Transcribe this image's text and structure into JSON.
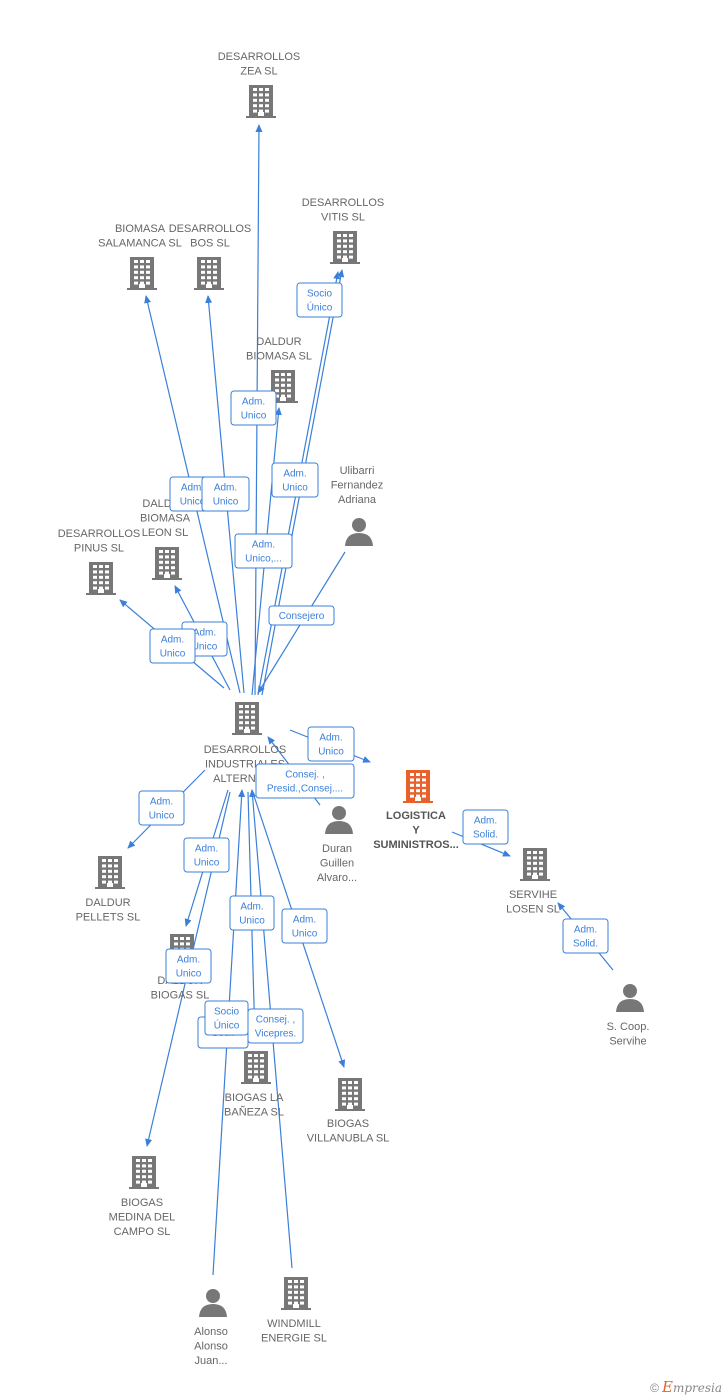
{
  "colors": {
    "edge": "#3b7fd9",
    "company": "#777777",
    "company_main": "#e8612b",
    "person": "#777777",
    "label": "#666666"
  },
  "nodes": [
    {
      "id": "zea",
      "type": "company",
      "label": [
        "DESARROLLOS",
        "ZEA SL"
      ]
    },
    {
      "id": "vitis",
      "type": "company",
      "label": [
        "DESARROLLOS",
        "VITIS SL"
      ]
    },
    {
      "id": "biomasa_sal",
      "type": "company",
      "label": [
        "BIOMASA",
        "SALAMANCA SL"
      ]
    },
    {
      "id": "bos",
      "type": "company",
      "label": [
        "DESARROLLOS",
        "BOS SL"
      ]
    },
    {
      "id": "daldur_biomasa",
      "type": "company",
      "label": [
        "DALDUR",
        "BIOMASA SL"
      ]
    },
    {
      "id": "ulibarri",
      "type": "person",
      "label": [
        "Ulibarri",
        "Fernandez",
        "Adriana"
      ]
    },
    {
      "id": "daldur_leon",
      "type": "company",
      "label": [
        "DALDUR",
        "BIOMASA",
        "LEON SL"
      ]
    },
    {
      "id": "pinus",
      "type": "company",
      "label": [
        "DESARROLLOS",
        "PINUS SL"
      ]
    },
    {
      "id": "dia",
      "type": "company",
      "label": [
        "DESARROLLOS",
        "INDUSTRIALES",
        "ALTERNAT..."
      ]
    },
    {
      "id": "logistica",
      "type": "company_main",
      "label": [
        "LOGISTICA",
        "Y",
        "SUMINISTROS..."
      ]
    },
    {
      "id": "duran",
      "type": "person",
      "label": [
        "Duran",
        "Guillen",
        "Alvaro..."
      ]
    },
    {
      "id": "servihe",
      "type": "company",
      "label": [
        "SERVIHE",
        "LOSEN SL"
      ]
    },
    {
      "id": "coop",
      "type": "person",
      "label": [
        "S. Coop.",
        "Servihe"
      ]
    },
    {
      "id": "pellets",
      "type": "company",
      "label": [
        "DALDUR",
        "PELLETS SL"
      ]
    },
    {
      "id": "daldur_biogas",
      "type": "company",
      "label": [
        "DALDUR",
        "BIOGAS SL"
      ]
    },
    {
      "id": "baneza",
      "type": "company",
      "label": [
        "BIOGAS LA",
        "BAÑEZA SL"
      ]
    },
    {
      "id": "villanubla",
      "type": "company",
      "label": [
        "BIOGAS",
        "VILLANUBLA SL"
      ]
    },
    {
      "id": "medina",
      "type": "company",
      "label": [
        "BIOGAS",
        "MEDINA DEL",
        "CAMPO SL"
      ]
    },
    {
      "id": "alonso",
      "type": "person",
      "label": [
        "Alonso",
        "Alonso",
        "Juan..."
      ]
    },
    {
      "id": "windmill",
      "type": "company",
      "label": [
        "WINDMILL",
        "ENERGIE SL"
      ]
    }
  ],
  "edges": [
    {
      "from": "dia",
      "to": "zea"
    },
    {
      "from": "dia",
      "to": "vitis"
    },
    {
      "from": "dia",
      "to": "vitis"
    },
    {
      "from": "dia",
      "to": "biomasa_sal"
    },
    {
      "from": "dia",
      "to": "bos"
    },
    {
      "from": "dia",
      "to": "daldur_biomasa"
    },
    {
      "from": "dia",
      "to": "daldur_leon"
    },
    {
      "from": "dia",
      "to": "pinus"
    },
    {
      "from": "ulibarri",
      "to": "dia"
    },
    {
      "from": "dia",
      "to": "logistica"
    },
    {
      "from": "logistica",
      "to": "servihe"
    },
    {
      "from": "coop",
      "to": "servihe"
    },
    {
      "from": "duran",
      "to": "dia"
    },
    {
      "from": "dia",
      "to": "pellets"
    },
    {
      "from": "dia",
      "to": "daldur_biogas"
    },
    {
      "from": "dia",
      "to": "medina"
    },
    {
      "from": "dia",
      "to": "baneza"
    },
    {
      "from": "dia",
      "to": "villanubla"
    },
    {
      "from": "alonso",
      "to": "dia"
    },
    {
      "from": "windmill",
      "to": "dia"
    }
  ],
  "tags": [
    {
      "lines": [
        "Socio",
        "Único"
      ]
    },
    {
      "lines": [
        "Adm.",
        "Unico"
      ]
    },
    {
      "lines": [
        "Adm.",
        "Unico"
      ]
    },
    {
      "lines": [
        "Adm.",
        "Unico"
      ]
    },
    {
      "lines": [
        "Adm.",
        "Unico"
      ]
    },
    {
      "lines": [
        "Adm.",
        "Unico,..."
      ]
    },
    {
      "lines": [
        "Consejero"
      ]
    },
    {
      "lines": [
        "Adm.",
        "Unico"
      ]
    },
    {
      "lines": [
        "Adm.",
        "Unico"
      ]
    },
    {
      "lines": [
        "Adm.",
        "Unico"
      ]
    },
    {
      "lines": [
        "Consej. ,",
        "Presid.,Consej...."
      ]
    },
    {
      "lines": [
        "Adm.",
        "Solid."
      ]
    },
    {
      "lines": [
        "Adm.",
        "Solid."
      ]
    },
    {
      "lines": [
        "Adm.",
        "Unico"
      ]
    },
    {
      "lines": [
        "Adm.",
        "Unico"
      ]
    },
    {
      "lines": [
        "Adm.",
        "Unico"
      ]
    },
    {
      "lines": [
        "Adm.",
        "Unico"
      ]
    },
    {
      "lines": [
        "Adm.",
        "Unico"
      ]
    },
    {
      "lines": [
        "Consej. ,",
        "Vicepres."
      ]
    },
    {
      "lines": [
        "Secr."
      ]
    },
    {
      "lines": [
        "Socio",
        "Único"
      ]
    }
  ],
  "footer": {
    "copyright": "©",
    "brand_initial": "E",
    "brand_rest": "mpresia"
  }
}
